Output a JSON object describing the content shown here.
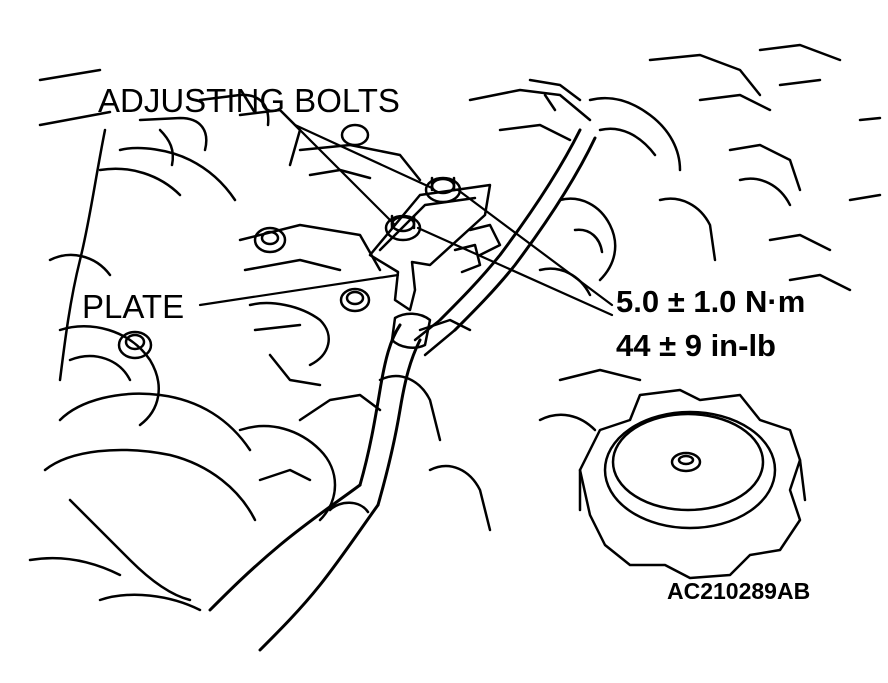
{
  "labels": {
    "adjusting_bolts": "ADJUSTING BOLTS",
    "plate": "PLATE",
    "torque_nm": "5.0 ± 1.0 N·m",
    "torque_inlb": "44 ± 9 in-lb",
    "figure_code": "AC210289AB"
  },
  "colors": {
    "ink": "#000000",
    "paper": "#ffffff"
  }
}
